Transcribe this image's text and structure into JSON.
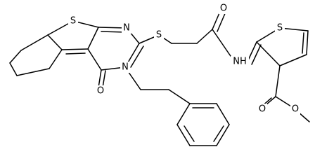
{
  "molecule": {
    "atoms": {
      "S_thiophene_fused": "S",
      "N_pyrimidine_1": "N",
      "N_pyrimidine_3": "N",
      "O_carbonyl_ring": "O",
      "S_thioether": "S",
      "O_amide": "O",
      "N_amide": "NH",
      "S_thiophene": "S",
      "O_ester_carbonyl": "O",
      "O_ester_methoxy": "O"
    }
  }
}
